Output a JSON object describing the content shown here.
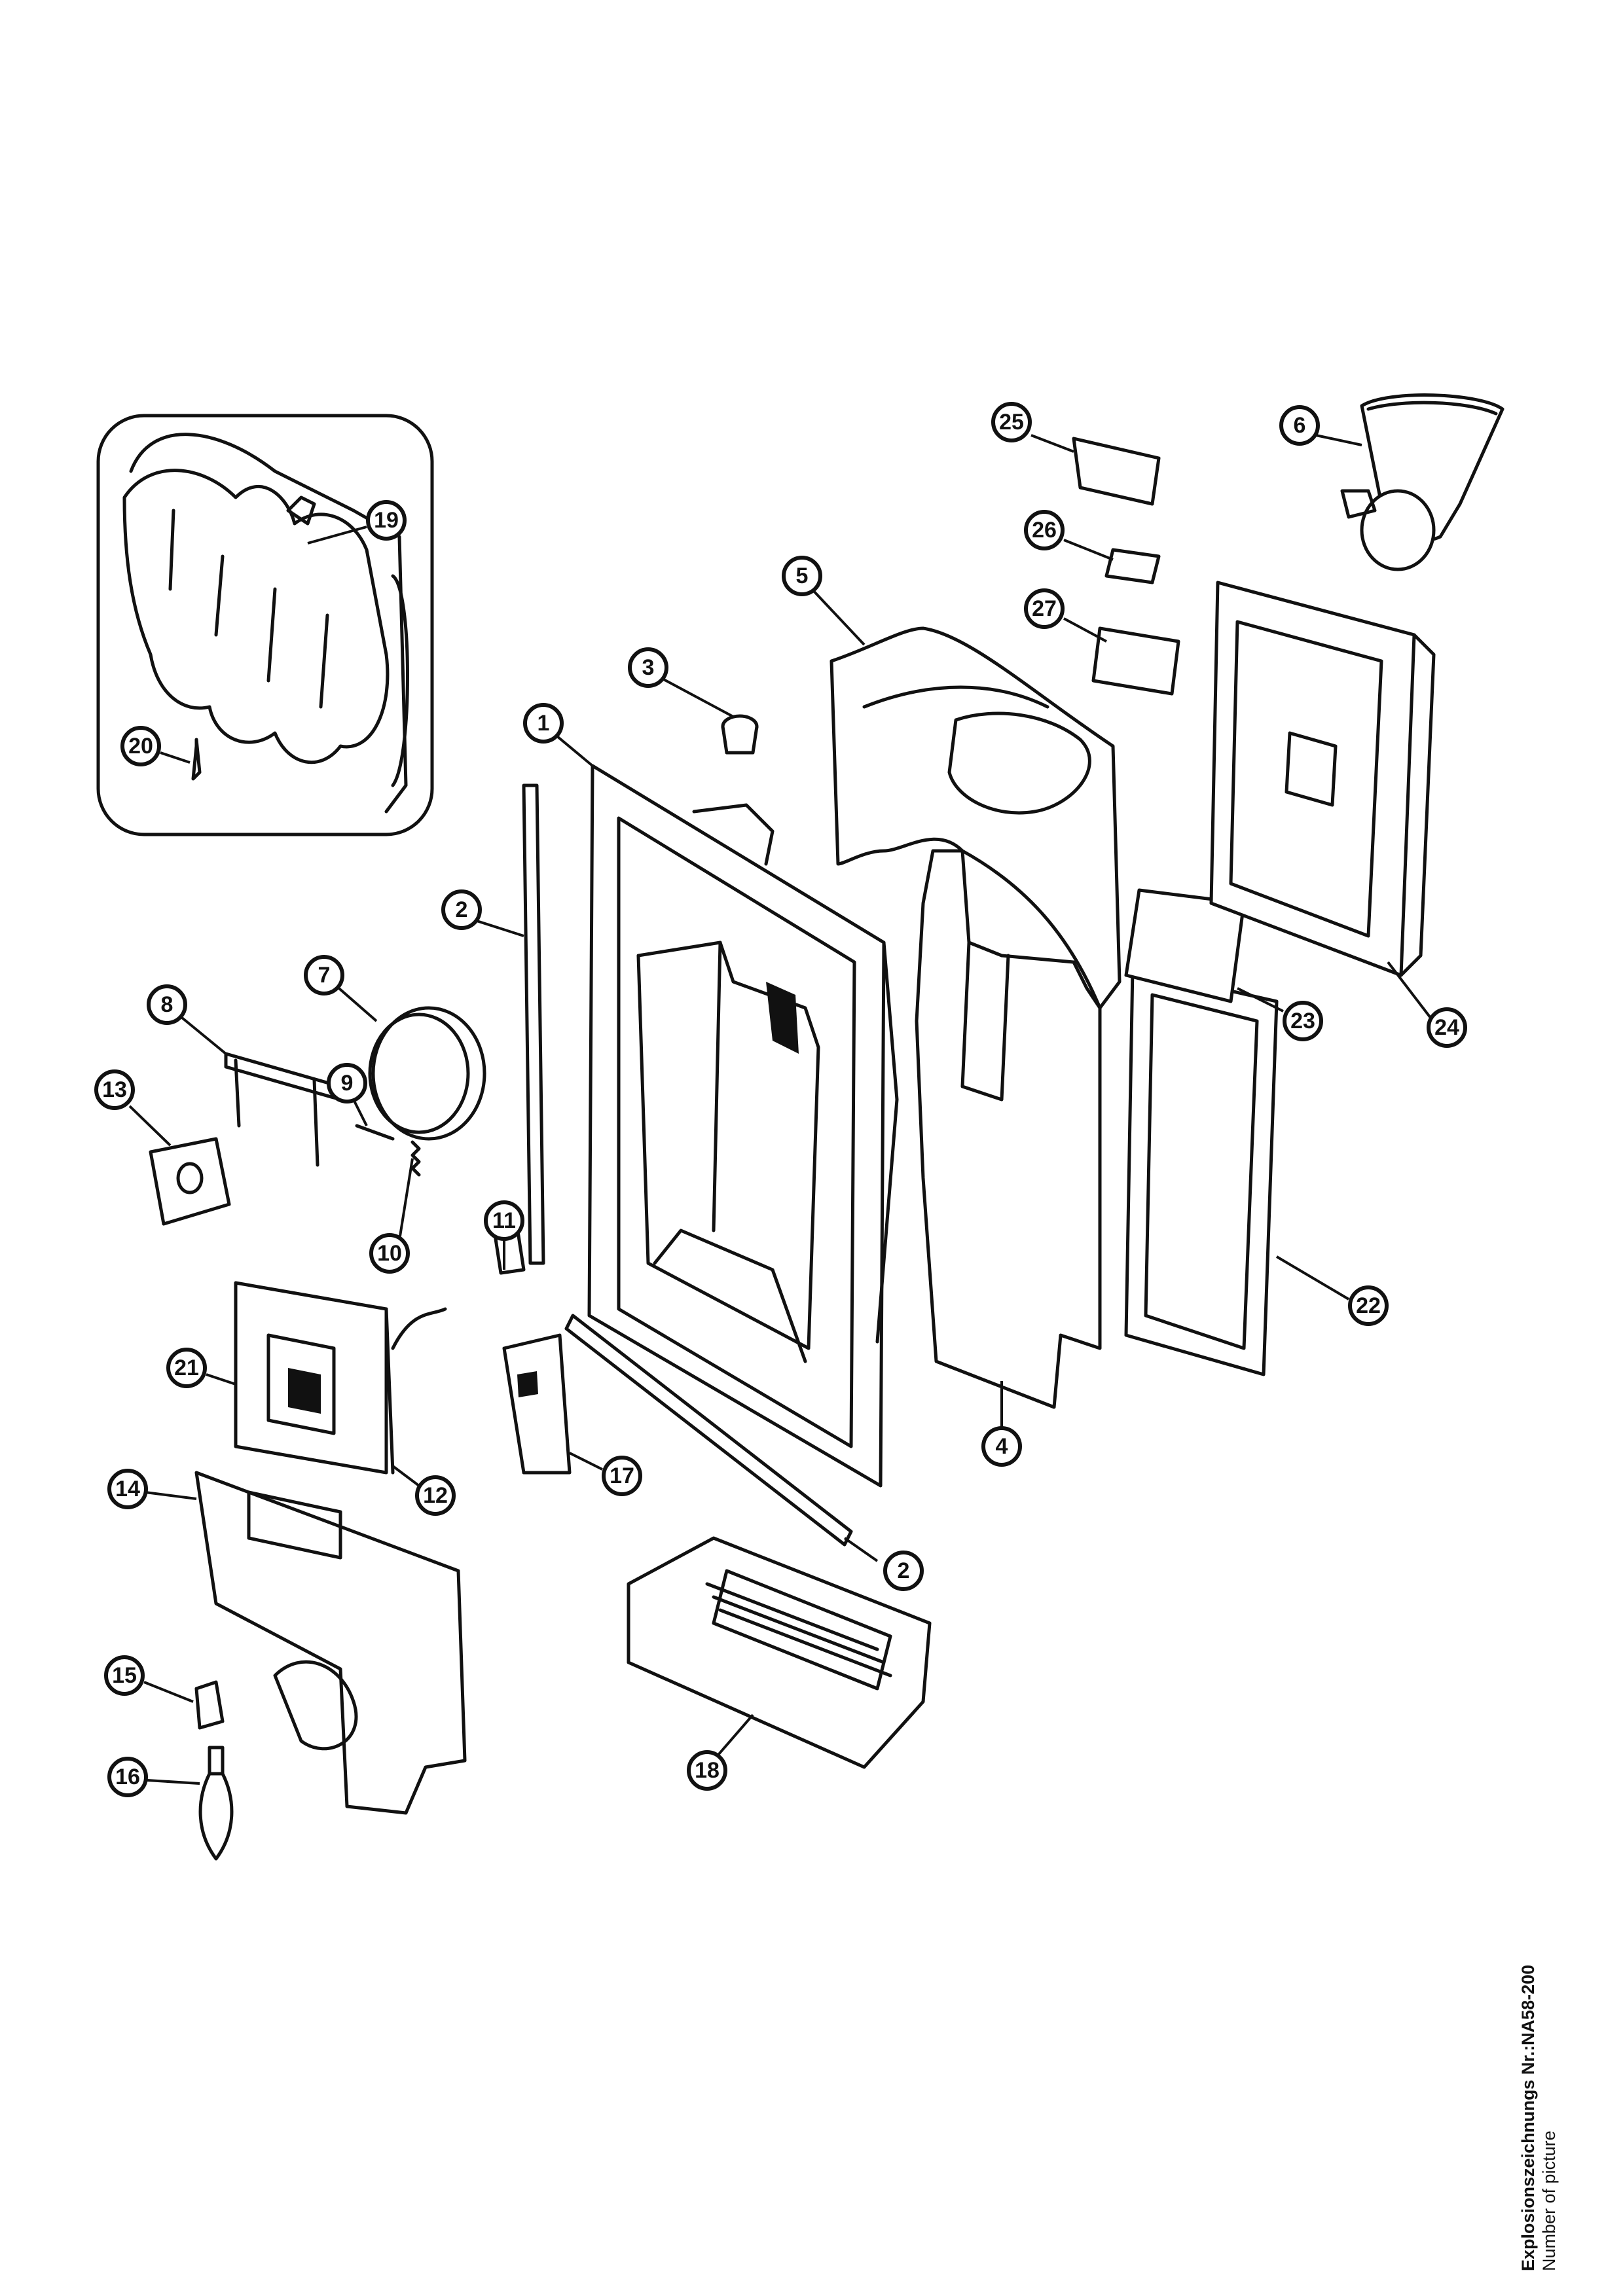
{
  "callouts": [
    "1",
    "2",
    "2",
    "3",
    "4",
    "5",
    "6",
    "7",
    "8",
    "9",
    "10",
    "11",
    "12",
    "13",
    "14",
    "15",
    "16",
    "17",
    "18",
    "19",
    "20",
    "21",
    "22",
    "23",
    "24",
    "25",
    "26",
    "27"
  ],
  "caption": {
    "title": "Explosionszeichnungs Nr.:NA58-200",
    "subtitle": "Number of picture"
  }
}
